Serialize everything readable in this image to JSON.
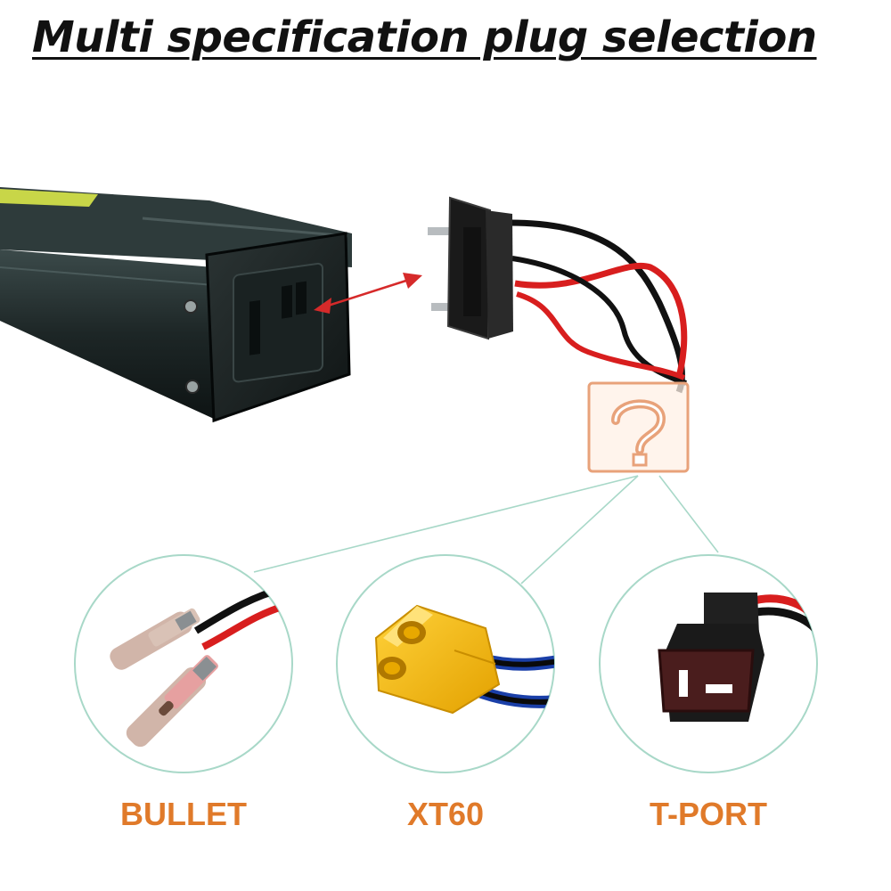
{
  "title": "Multi specification plug selection",
  "colors": {
    "label_orange": "#e07a2a",
    "circle_line": "#a8d8c8",
    "question_box": "#e8a27a",
    "wire_red": "#d81e1e",
    "wire_black": "#111111",
    "battery_body": "#1f2a2a",
    "xt60_yellow": "#f2b705",
    "tplug_body": "#3a1a1a"
  },
  "options": [
    {
      "label": "BULLET",
      "icon": "bullet-connector-icon"
    },
    {
      "label": "XT60",
      "icon": "xt60-connector-icon"
    },
    {
      "label": "T-PORT",
      "icon": "t-plug-connector-icon"
    }
  ],
  "question_mark": "?"
}
